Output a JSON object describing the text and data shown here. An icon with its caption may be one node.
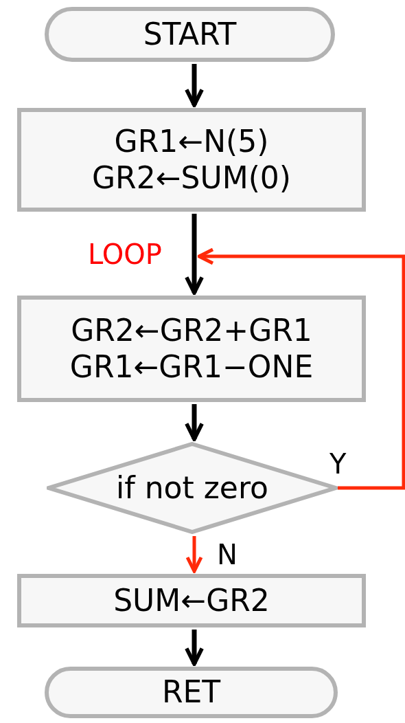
{
  "diagram": {
    "nodes": [
      {
        "text": [
          "START"
        ]
      },
      {
        "text": [
          "GR1←N(5)",
          "GR2←SUM(0)"
        ]
      },
      {
        "text": [
          "LOOP"
        ]
      },
      {
        "text": [
          "GR2←GR2+GR1",
          "GR1←GR1−ONE"
        ]
      },
      {
        "text": [
          "if not zero"
        ]
      },
      {
        "text": [
          "SUM←GR2"
        ]
      },
      {
        "text": [
          "RET"
        ]
      }
    ],
    "edges": [
      {
        "from": 0,
        "to": 1,
        "arrow": "to"
      },
      {
        "from": 1,
        "to": 3,
        "arrow": "to"
      },
      {
        "from": 4,
        "to": 2,
        "arrow": "to",
        "label": "Y",
        "color": "#ff2a0a"
      },
      {
        "from": 3,
        "to": 4,
        "arrow": "to"
      },
      {
        "from": 4,
        "to": 5,
        "arrow": "to",
        "label": "N",
        "color": "#ff2a0a"
      },
      {
        "from": 5,
        "to": 6,
        "arrow": "to"
      }
    ]
  }
}
